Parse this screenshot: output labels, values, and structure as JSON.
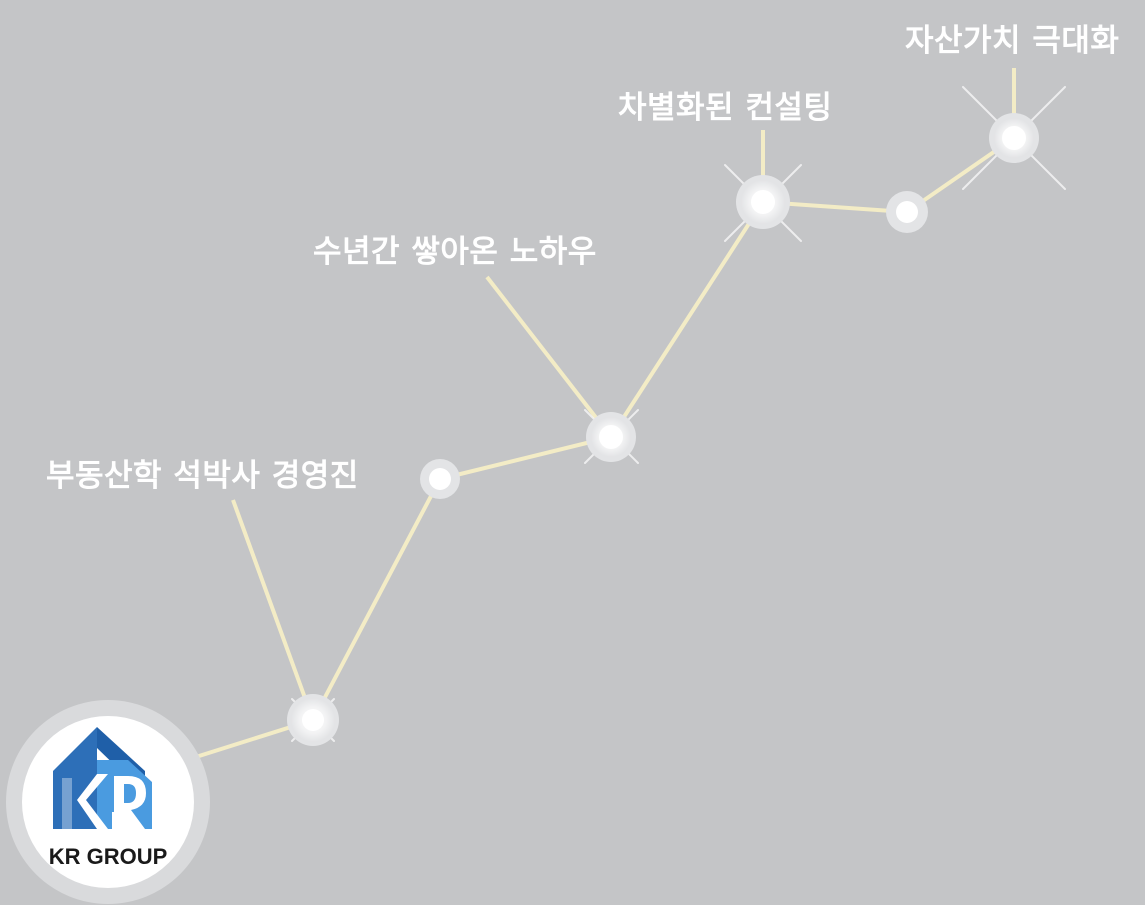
{
  "milestones": [
    {
      "label": "부동산학 석박사 경영진"
    },
    {
      "label": "수년간 쌓아온 노하우"
    },
    {
      "label": "차별화된 컨설팅"
    },
    {
      "label": "자산가치 극대화"
    }
  ],
  "logo": {
    "text": "KR GROUP",
    "letters": "KR",
    "colors": {
      "blue_dark": "#2d6fb8",
      "blue_light": "#4a9be0",
      "text": "#1a1a1a"
    }
  },
  "colors": {
    "background": "#c4c5c7",
    "line": "#f3ecc6",
    "node_ring": "#e3e4e6",
    "node_core": "#ffffff",
    "label": "#ffffff"
  }
}
